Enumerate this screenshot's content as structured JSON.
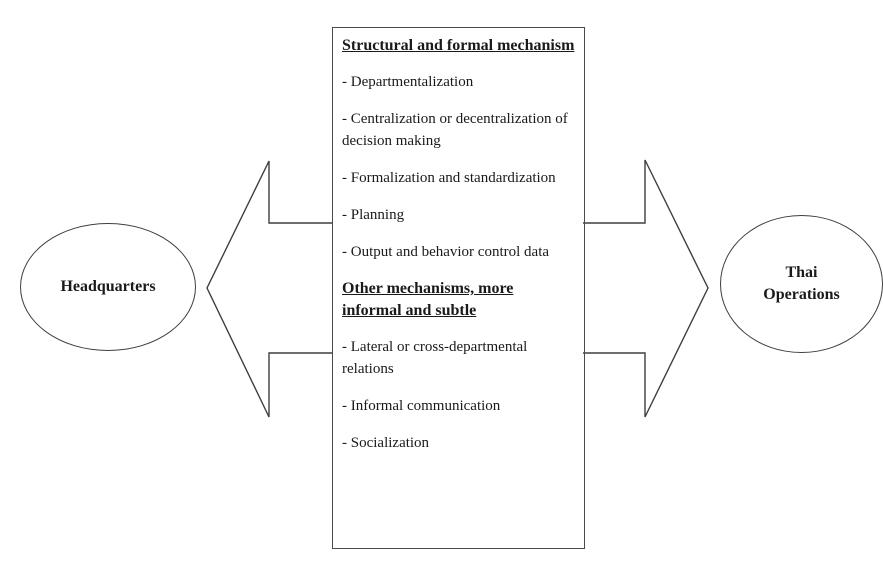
{
  "diagram": {
    "left_node": {
      "label": "Headquarters"
    },
    "right_node": {
      "label": "Thai Operations"
    },
    "box": {
      "sections": [
        {
          "heading": "Structural and formal mechanism",
          "items": [
            "- Departmentalization",
            "- Centralization or decentralization of decision making",
            "- Formalization and standardization",
            "- Planning",
            "- Output and behavior control data"
          ]
        },
        {
          "heading": "Other mechanisms, more informal and subtle",
          "items": [
            "- Lateral or cross-departmental relations",
            "- Informal communication",
            "- Socialization"
          ]
        }
      ]
    },
    "colors": {
      "line": "#3f3f3f",
      "text": "#1a1a1a",
      "background": "#ffffff"
    }
  }
}
